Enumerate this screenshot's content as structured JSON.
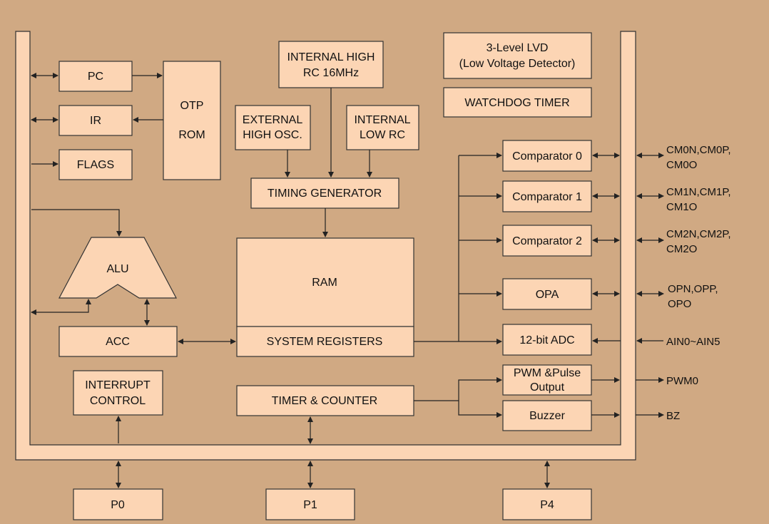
{
  "blocks": {
    "pc": "PC",
    "ir": "IR",
    "flags": "FLAGS",
    "otp_line1": "OTP",
    "otp_line2": "ROM",
    "int_high_line1": "INTERNAL HIGH",
    "int_high_line2": "RC 16MHz",
    "ext_osc_line1": "EXTERNAL",
    "ext_osc_line2": "HIGH OSC.",
    "int_low_line1": "INTERNAL",
    "int_low_line2": "LOW RC",
    "timing": "TIMING GENERATOR",
    "lvd_line1": "3-Level LVD",
    "lvd_line2": "(Low Voltage Detector)",
    "watchdog": "WATCHDOG TIMER",
    "alu": "ALU",
    "ram": "RAM",
    "sysreg": "SYSTEM REGISTERS",
    "acc": "ACC",
    "comp0": "Comparator 0",
    "comp1": "Comparator 1",
    "comp2": "Comparator 2",
    "opa": "OPA",
    "adc": "12-bit ADC",
    "pwm_line1": "PWM &Pulse",
    "pwm_line2": "Output",
    "buzzer": "Buzzer",
    "interrupt_line1": "INTERRUPT",
    "interrupt_line2": "CONTROL",
    "timer": "TIMER & COUNTER",
    "p0": "P0",
    "p1": "P1",
    "p4": "P4"
  },
  "pins": {
    "cm0_line1": "CM0N,CM0P,",
    "cm0_line2": "CM0O",
    "cm1_line1": "CM1N,CM1P,",
    "cm1_line2": "CM1O",
    "cm2_line1": "CM2N,CM2P,",
    "cm2_line2": "CM2O",
    "op_line1": "OPN,OPP,",
    "op_line2": "OPO",
    "ain": "AIN0~AIN5",
    "pwm0": "PWM0",
    "bz": "BZ"
  }
}
